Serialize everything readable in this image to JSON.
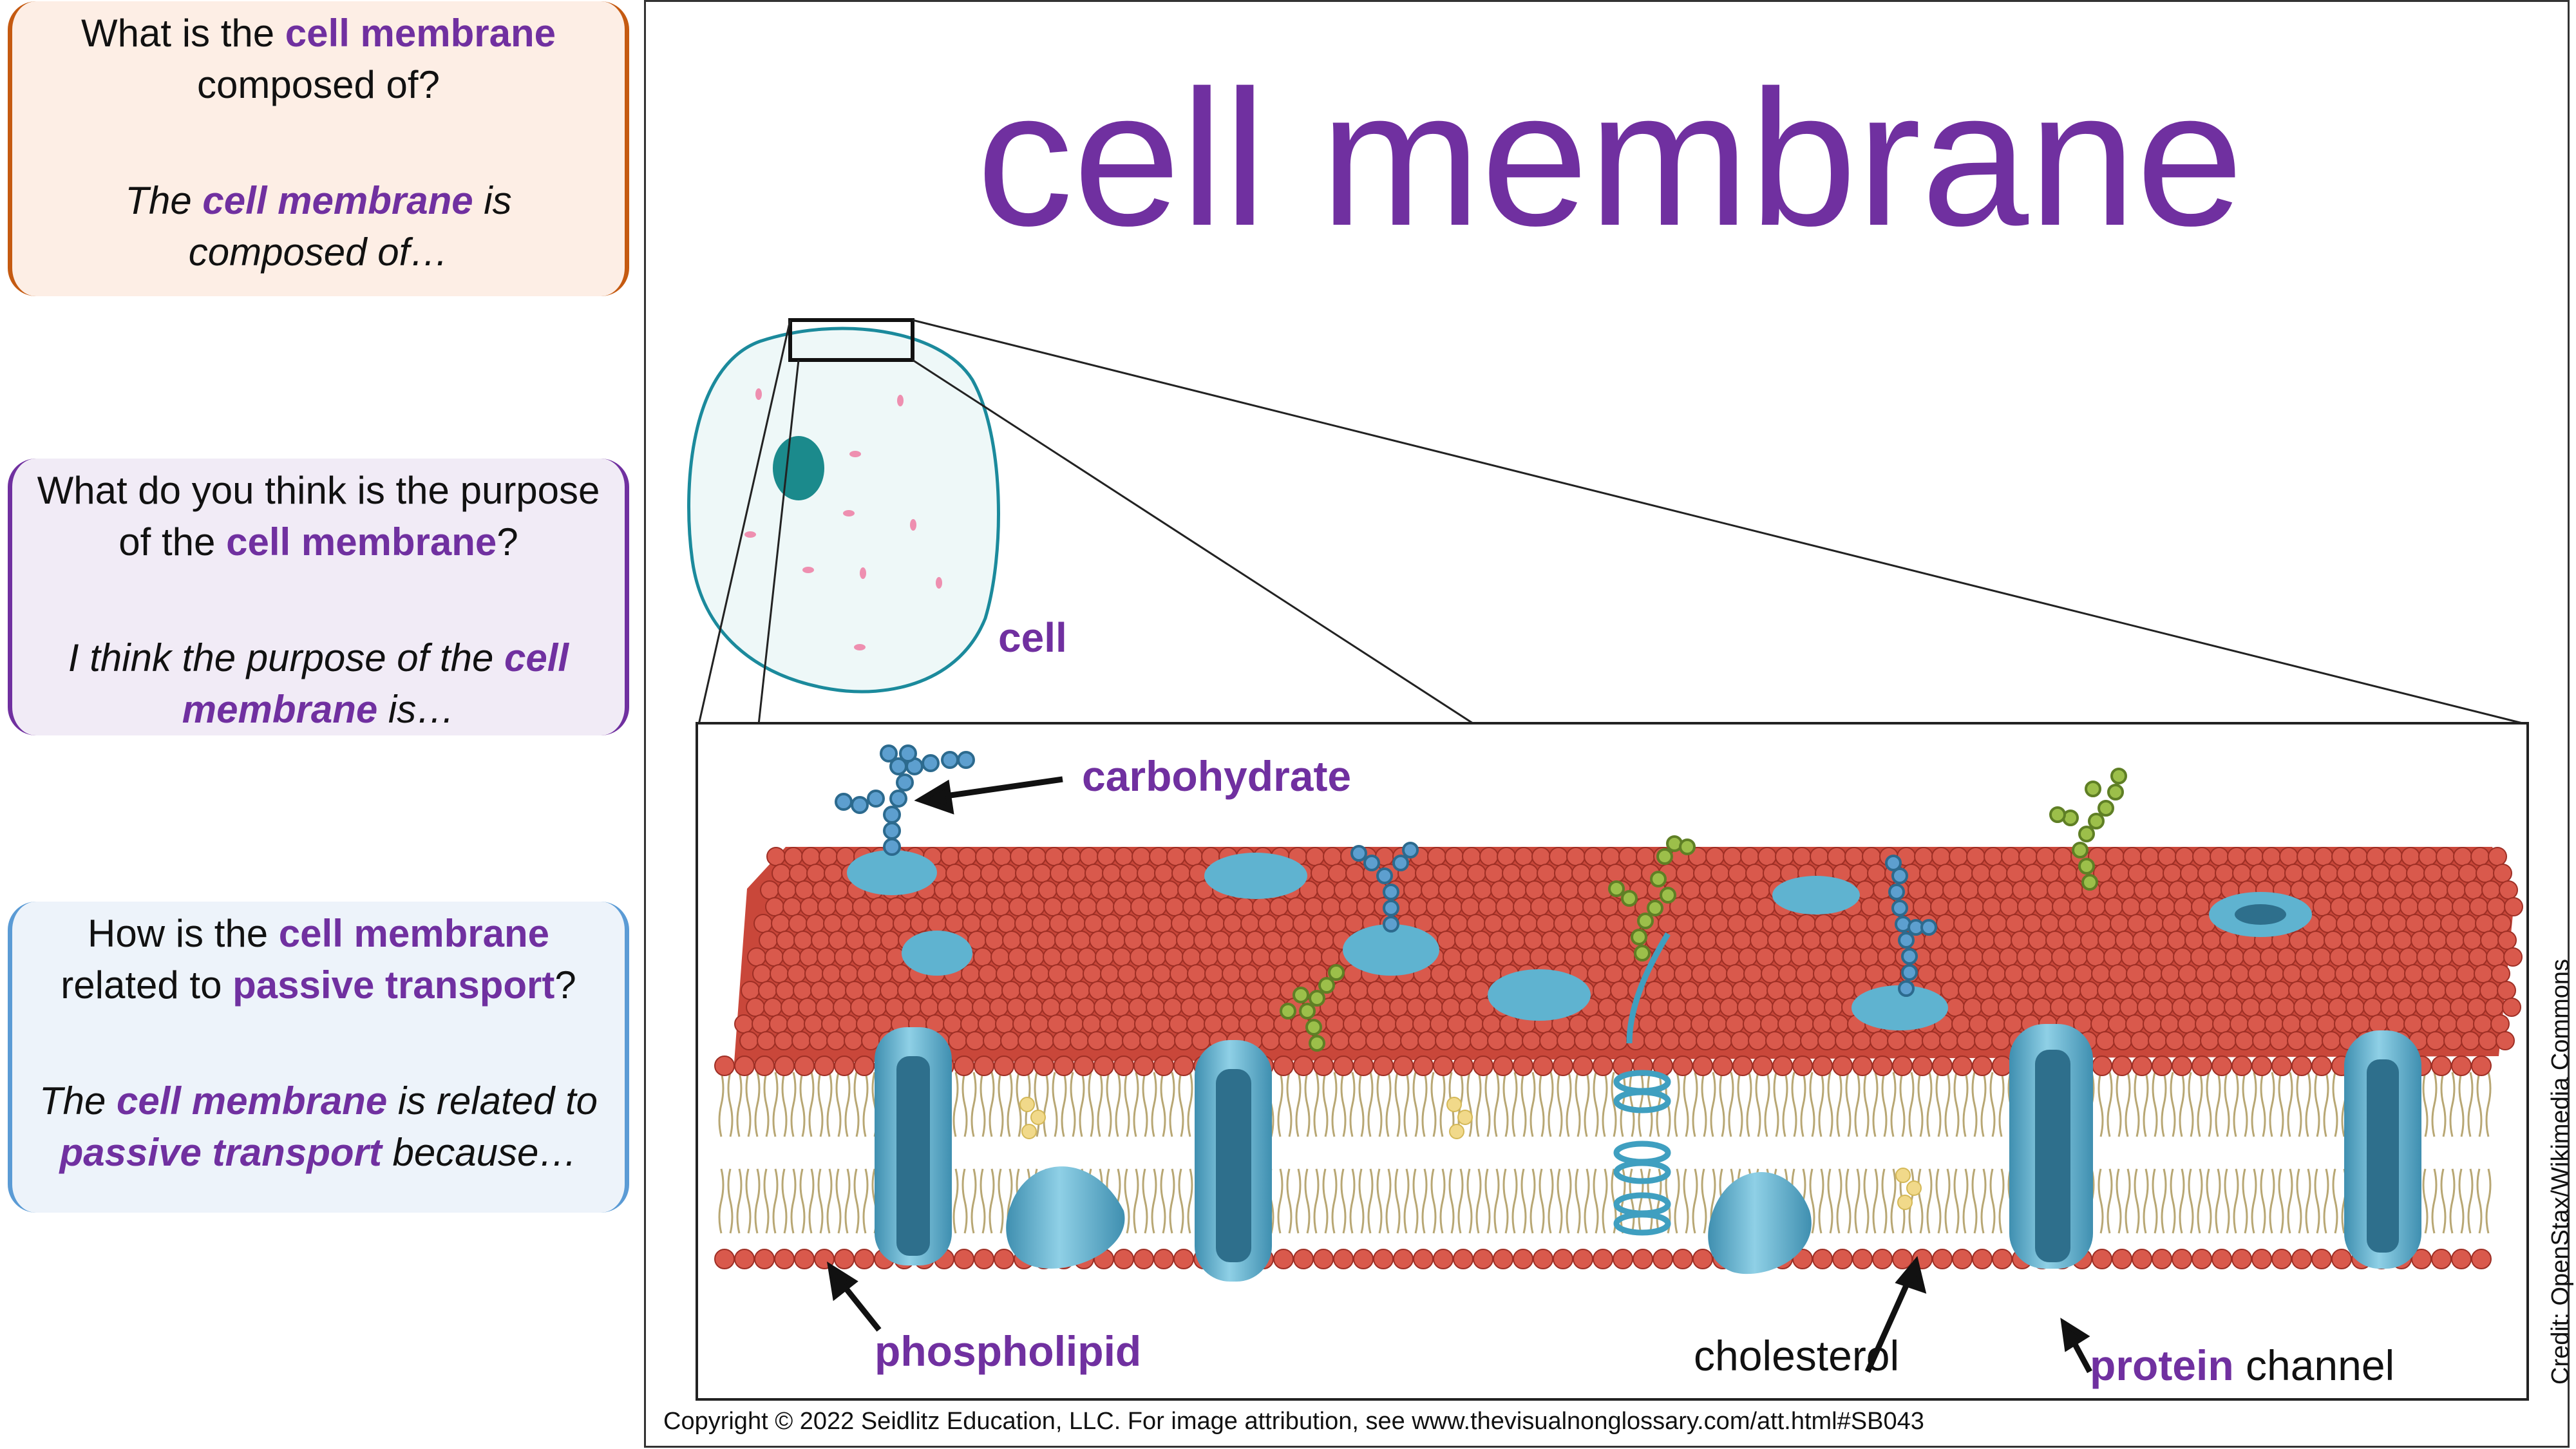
{
  "cards": [
    {
      "question": {
        "pre": "What is the ",
        "term": "cell membrane",
        "post": " composed of?"
      },
      "answer": {
        "pre": "The ",
        "term": "cell membrane",
        "post": " is composed of…"
      }
    },
    {
      "question": {
        "pre": "What do you think is the purpose of the ",
        "term": "cell membrane",
        "post": "?"
      },
      "answer": {
        "pre": "I think the purpose of the ",
        "term": "cell membrane",
        "post": " is…"
      }
    },
    {
      "question": {
        "pre": "How is the ",
        "term": "cell membrane",
        "mid": " related to ",
        "term2": "passive transport",
        "post": "?"
      },
      "answer": {
        "pre": "The ",
        "term": "cell membrane",
        "mid": " is related to ",
        "term2": "passive transport",
        "post": " because…"
      }
    }
  ],
  "title": "cell membrane",
  "labels": {
    "cell": "cell",
    "carbohydrate": "carbohydrate",
    "phospholipid": "phospholipid",
    "cholesterol": "cholesterol",
    "protein": "protein",
    "channel": " channel"
  },
  "copyright": "Copyright © 2022 Seidlitz Education, LLC.  For image attribution, see www.thevisualnonglossary.com/att.html#SB043",
  "credit": "Credit: OpenStax/Wikimedia Commons",
  "colors": {
    "accent_purple": "#7030a0",
    "card1_border": "#c55a11",
    "card2_border": "#7030a0",
    "card3_border": "#5b9bd5",
    "lipid_head": "#d9594c",
    "protein": "#5fb3d0",
    "nucleus": "#1b8a8c"
  }
}
